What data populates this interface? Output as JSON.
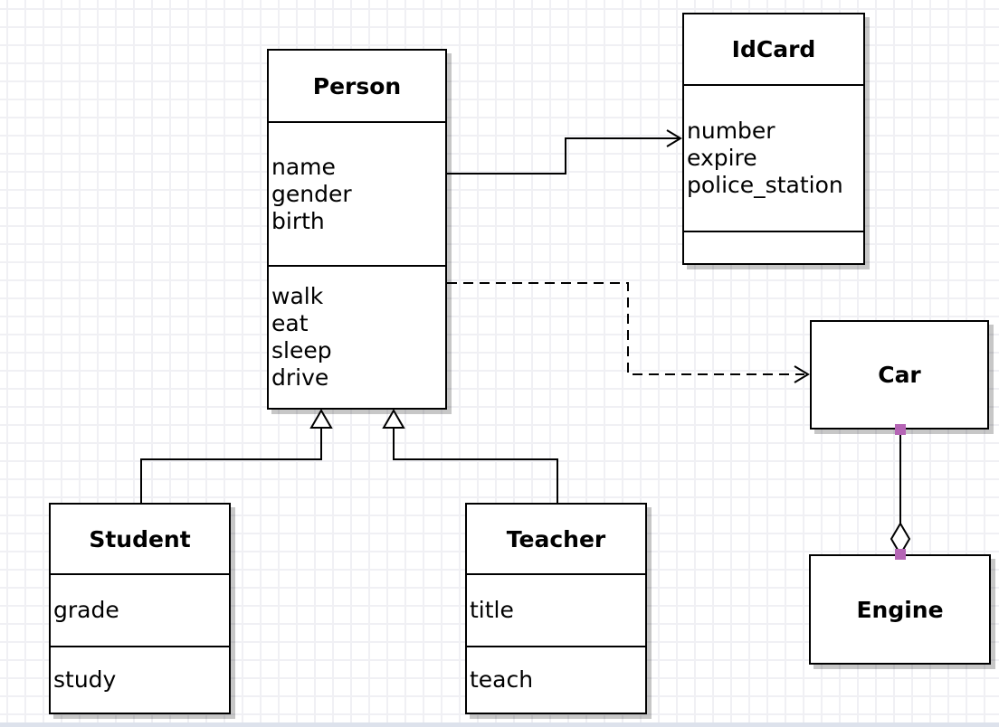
{
  "diagram": {
    "kind": "UML class diagram",
    "classes": {
      "person": {
        "title": "Person",
        "attributes": [
          "name",
          "gender",
          "birth"
        ],
        "methods": [
          "walk",
          "eat",
          "sleep",
          "drive"
        ]
      },
      "idcard": {
        "title": "IdCard",
        "attributes": [
          "number",
          "expire",
          "police_station"
        ],
        "methods": []
      },
      "car": {
        "title": "Car",
        "attributes": [],
        "methods": []
      },
      "engine": {
        "title": "Engine",
        "attributes": [],
        "methods": []
      },
      "student": {
        "title": "Student",
        "attributes": [
          "grade"
        ],
        "methods": [
          "study"
        ]
      },
      "teacher": {
        "title": "Teacher",
        "attributes": [
          "title"
        ],
        "methods": [
          "teach"
        ]
      }
    },
    "relationships": [
      {
        "from": "Person",
        "to": "IdCard",
        "type": "association",
        "line": "solid",
        "arrowhead": "open-arrow"
      },
      {
        "from": "Person",
        "to": "Car",
        "type": "dependency",
        "line": "dashed",
        "arrowhead": "open-arrow"
      },
      {
        "from": "Student",
        "to": "Person",
        "type": "generalization",
        "line": "solid",
        "arrowhead": "hollow-triangle"
      },
      {
        "from": "Teacher",
        "to": "Person",
        "type": "generalization",
        "line": "solid",
        "arrowhead": "hollow-triangle"
      },
      {
        "from": "Car",
        "to": "Engine",
        "type": "aggregation",
        "line": "solid",
        "arrowhead": "hollow-diamond",
        "endpoint_markers": "purple-squares"
      }
    ]
  },
  "colors": {
    "box_border": "#000000",
    "box_fill": "#ffffff",
    "box_shadow": "#c9c9c9",
    "grid_line": "#f0f0f4",
    "edge_stroke": "#000000",
    "endpoint_marker": "#b565b5",
    "bottom_strip": "#dde2ec",
    "canvas_background": "#ffffff"
  }
}
